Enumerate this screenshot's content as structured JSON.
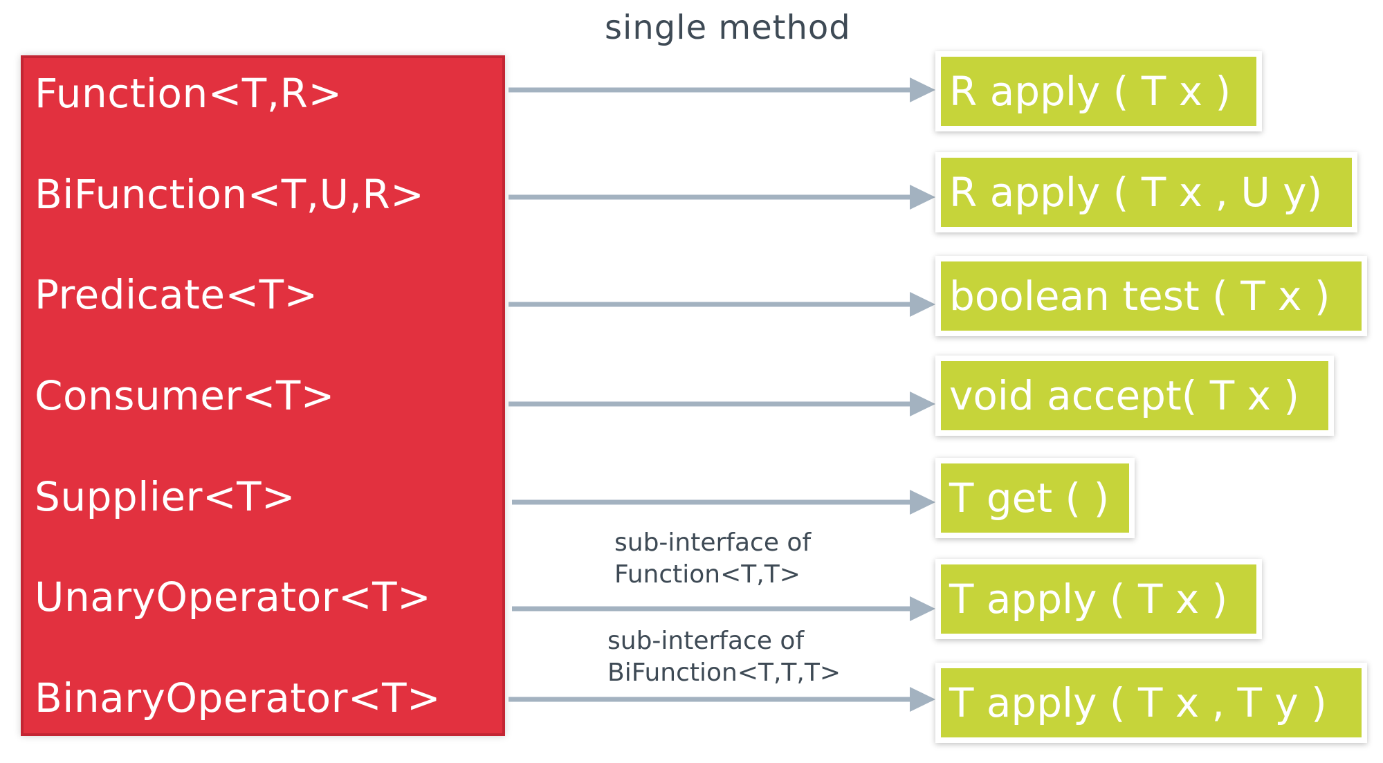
{
  "header": {
    "label": "single method"
  },
  "interfaces": [
    {
      "name": "Function<T,R>",
      "method": "R apply ( T x )"
    },
    {
      "name": "BiFunction<T,U,R>",
      "method": "R apply ( T x , U y)"
    },
    {
      "name": "Predicate<T>",
      "method": "boolean test ( T x )"
    },
    {
      "name": "Consumer<T>",
      "method": "void accept( T x )"
    },
    {
      "name": "Supplier<T>",
      "method": "T get ( )"
    },
    {
      "name": "UnaryOperator<T>",
      "method": "T apply ( T x )"
    },
    {
      "name": "BinaryOperator<T>",
      "method": "T apply ( T x , T y )"
    }
  ],
  "notes": {
    "unary": {
      "line1": "sub-interface of",
      "line2": "Function<T,T>"
    },
    "binary": {
      "line1": "sub-interface of",
      "line2": "BiFunction<T,T,T>"
    }
  },
  "colors": {
    "interface_box": "#e2313f",
    "method_box": "#c6d43a",
    "arrow": "#a3b2c0",
    "text_dark": "#3e4a55"
  }
}
